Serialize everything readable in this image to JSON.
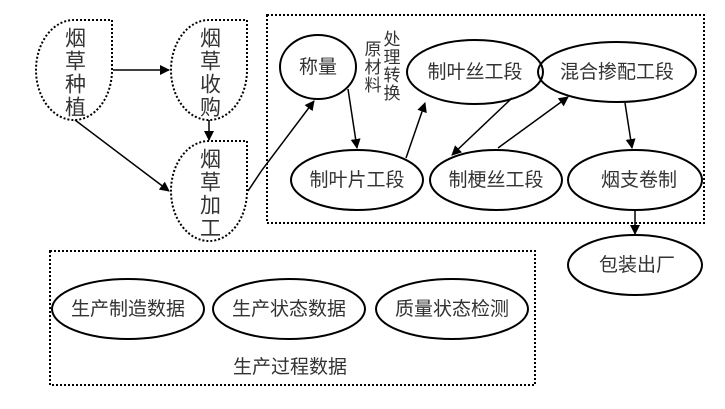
{
  "colors": {
    "stroke": "#000000",
    "text": "#333333",
    "background": "#ffffff"
  },
  "nodes": {
    "planting": {
      "label": "烟草种植"
    },
    "purchase": {
      "label": "烟草收购"
    },
    "processing": {
      "label": "烟草加工"
    },
    "weighing": {
      "label": "称量"
    },
    "raw_material_col1": {
      "label": "原材料"
    },
    "raw_material_col2": {
      "label": "处理转换"
    },
    "leaf_slice": {
      "label": "制叶片工段"
    },
    "leaf_shred": {
      "label": "制叶丝工段"
    },
    "stem_shred": {
      "label": "制梗丝工段"
    },
    "blending": {
      "label": "混合掺配工段"
    },
    "rolling": {
      "label": "烟支卷制"
    },
    "packaging": {
      "label": "包装出厂"
    },
    "mfg_data": {
      "label": "生产制造数据"
    },
    "state_data": {
      "label": "生产状态数据"
    },
    "quality_check": {
      "label": "质量状态检测"
    }
  },
  "groups": {
    "process_data": {
      "label": "生产过程数据"
    }
  }
}
